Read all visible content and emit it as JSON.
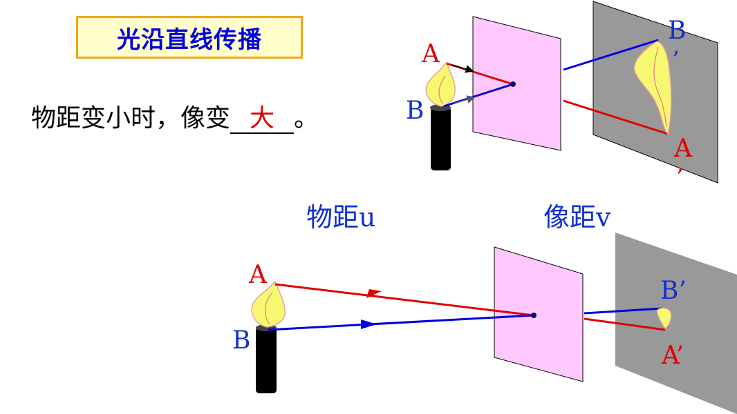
{
  "title": "光沿直线传播",
  "statement": {
    "prefix": "物距变小时，像变",
    "answer": "大",
    "suffix": "。"
  },
  "top_figure": {
    "label_a": "A",
    "label_b": "B",
    "label_b_image": "B",
    "label_b_image_mark": "’",
    "label_a_image": "A",
    "label_a_image_mark": "’"
  },
  "bottom_figure": {
    "object_distance_label": "物距u",
    "image_distance_label": "像距v",
    "label_a": "A",
    "label_b": "B",
    "label_b_image": "B’",
    "label_a_image": "A’"
  },
  "colors": {
    "title_text": "#0000e0",
    "title_bg": "#ffffcc",
    "title_border": "#f0a818",
    "answer": "#e00000",
    "ray_red": "#e00000",
    "ray_blue": "#0000e0",
    "pinhole_board": "#ffc8ff",
    "screen": "#999999",
    "flame": "#f8f870"
  }
}
